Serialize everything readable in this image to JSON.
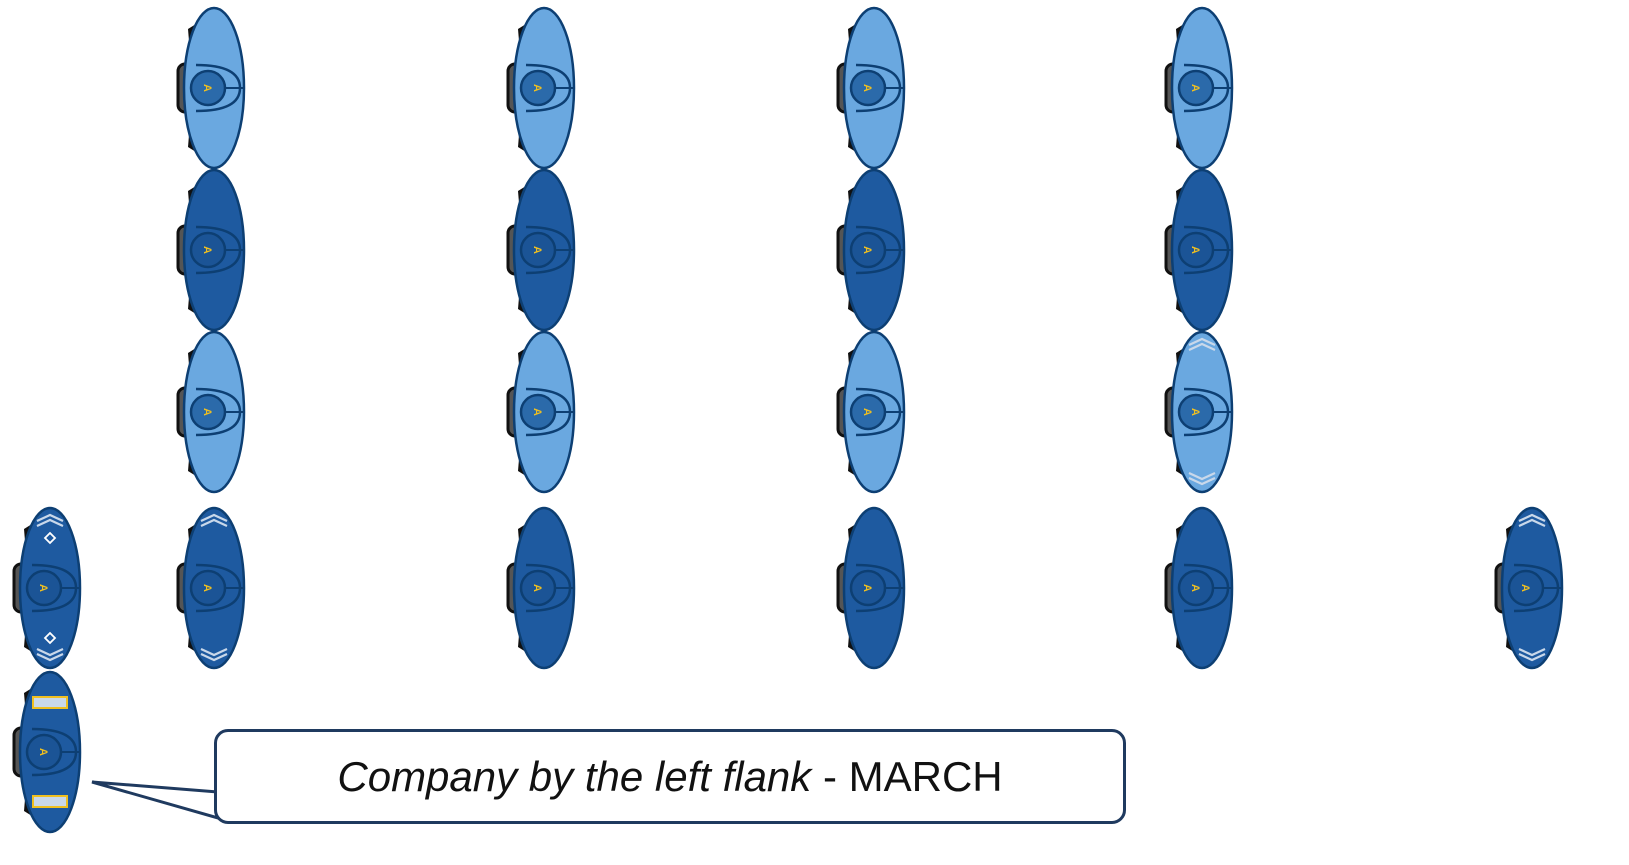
{
  "colors": {
    "light_body": "#6aa8e0",
    "dark_body": "#1e5aa0",
    "outline": "#0d3f73",
    "inner_light": "#2b6aaa",
    "inner_dark": "#1b5496",
    "shadow": "#111111",
    "head_grey": "#555555",
    "letter": "#f0c020",
    "stripe": "#c9d8ea"
  },
  "soldiers": [
    {
      "label": "A",
      "shade": "light",
      "rank": "none"
    },
    {
      "label": "A",
      "shade": "light",
      "rank": "none"
    },
    {
      "label": "A",
      "shade": "light",
      "rank": "none"
    },
    {
      "label": "A",
      "shade": "light",
      "rank": "none"
    },
    {
      "label": "A",
      "shade": "dark",
      "rank": "none"
    },
    {
      "label": "A",
      "shade": "dark",
      "rank": "none"
    },
    {
      "label": "A",
      "shade": "dark",
      "rank": "none"
    },
    {
      "label": "A",
      "shade": "dark",
      "rank": "none"
    },
    {
      "label": "A",
      "shade": "light",
      "rank": "none"
    },
    {
      "label": "A",
      "shade": "light",
      "rank": "none"
    },
    {
      "label": "A",
      "shade": "light",
      "rank": "none"
    },
    {
      "label": "A",
      "shade": "light",
      "rank": "chevrons"
    },
    {
      "label": "A",
      "shade": "dark",
      "rank": "chevrons-diamond"
    },
    {
      "label": "A",
      "shade": "dark",
      "rank": "chevrons"
    },
    {
      "label": "A",
      "shade": "dark",
      "rank": "none"
    },
    {
      "label": "A",
      "shade": "dark",
      "rank": "none"
    },
    {
      "label": "A",
      "shade": "dark",
      "rank": "none"
    },
    {
      "label": "A",
      "shade": "dark",
      "rank": "chevrons"
    },
    {
      "label": "A",
      "shade": "dark",
      "rank": "bars"
    }
  ],
  "callout": {
    "command_italic": "Company by the left flank",
    "command_rest": " - MARCH"
  }
}
